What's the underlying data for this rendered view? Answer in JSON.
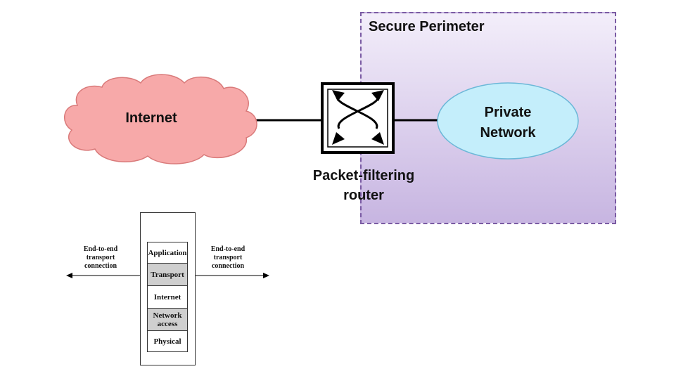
{
  "firewall_diagram": {
    "perimeter_label": "Secure Perimeter",
    "internet_label": "Internet",
    "router_label_line1": "Packet-filtering",
    "router_label_line2": "router",
    "private_network_line1": "Private",
    "private_network_line2": "Network"
  },
  "protocol_stack": {
    "left_label": [
      "End-to-end",
      "transport",
      "connection"
    ],
    "right_label": [
      "End-to-end",
      "transport",
      "connection"
    ],
    "layers": [
      {
        "label": "Application",
        "shaded": false
      },
      {
        "label": "Transport",
        "shaded": true
      },
      {
        "label": "Internet",
        "shaded": false
      },
      {
        "label": "Network access",
        "shaded": true
      },
      {
        "label": "Physical",
        "shaded": false
      }
    ]
  },
  "colors": {
    "cloud_fill": "#f7a9a9",
    "cloud_stroke": "#d97a7a",
    "private_fill": "#c4eefb",
    "private_stroke": "#6cb8d8",
    "perimeter_border": "#7a5ba3"
  }
}
